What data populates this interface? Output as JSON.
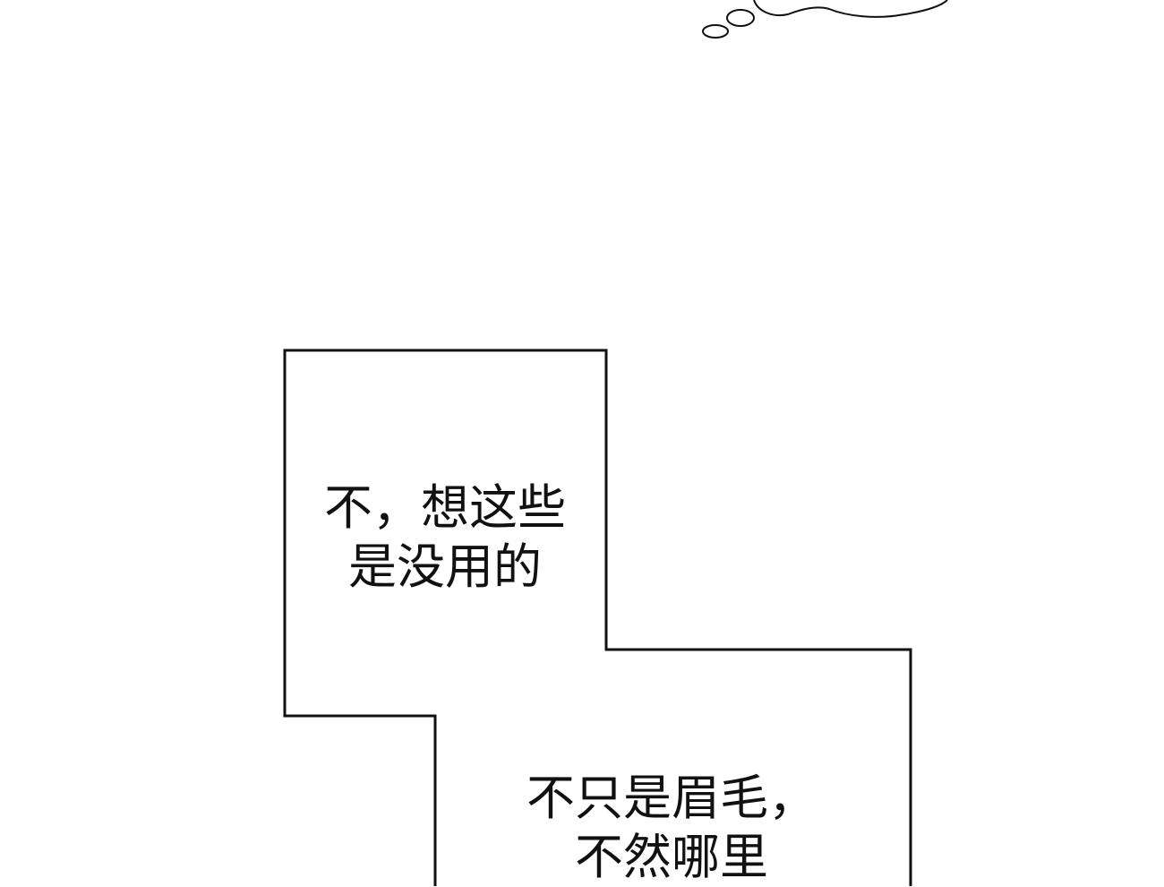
{
  "colors": {
    "background": "#ffffff",
    "ink": "#111111"
  },
  "captions": [
    {
      "lines": [
        "不，想这些",
        "是没用的"
      ]
    },
    {
      "lines": [
        "不只是眉毛，",
        "不然哪里"
      ]
    }
  ]
}
